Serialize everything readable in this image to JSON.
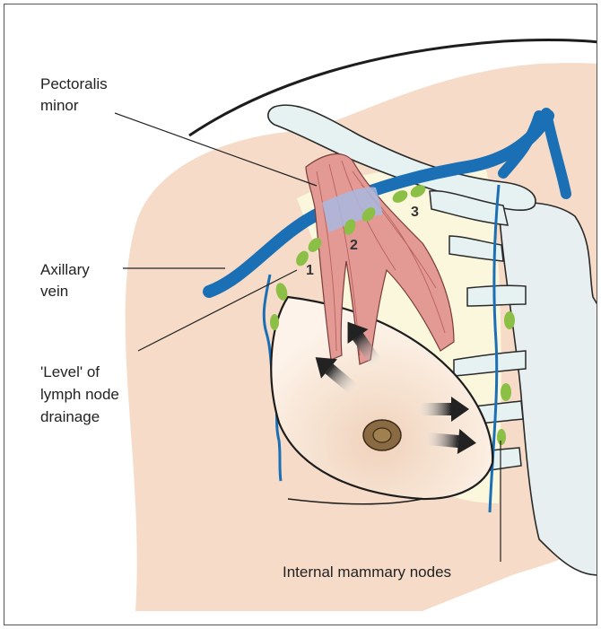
{
  "figure": {
    "labels": {
      "pectoralis_line1": "Pectoralis",
      "pectoralis_line2": "minor",
      "axillary_line1": "Axillary",
      "axillary_line2": "vein",
      "level_line1": "'Level' of",
      "level_line2": "lymph node",
      "level_line3": "drainage",
      "internal_mammary": "Internal mammary nodes"
    },
    "levels": [
      "1",
      "2",
      "3"
    ],
    "colors": {
      "skin": "#f6dcc8",
      "skin_light": "#fdf1e6",
      "chest_wall": "#faf7dc",
      "vein": "#1b6fb5",
      "muscle": "#e39a94",
      "muscle_overlay": "#a9b8e2",
      "node": "#8cbf45",
      "bone": "#e6f1f2",
      "bone_outline": "#2a2a2a",
      "nipple": "#8a6a43"
    },
    "icons": [
      "arrow-icon"
    ]
  }
}
